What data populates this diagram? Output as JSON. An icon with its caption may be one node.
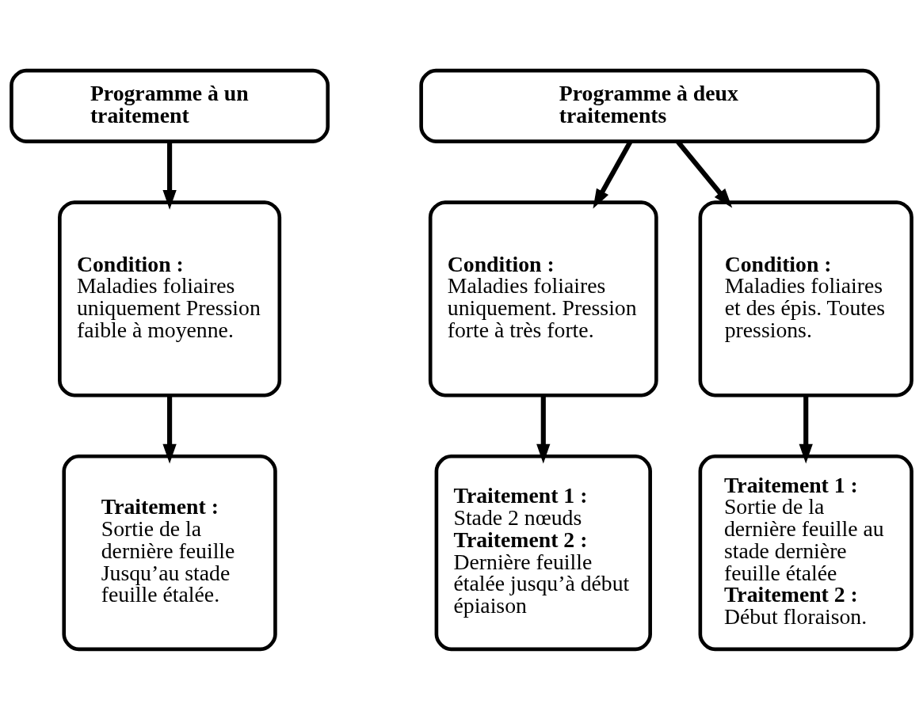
{
  "diagram": {
    "nodes": [
      {
        "text": [
          "Programme à un traitement"
        ]
      },
      {
        "text": [
          "Programme à deux traitements"
        ]
      },
      {
        "text": [
          "Condition :",
          "Maladies foliaires uniquement Pression faible à moyenne."
        ]
      },
      {
        "text": [
          "Condition :",
          "Maladies foliaires uniquement. Pression forte à très forte."
        ]
      },
      {
        "text": [
          "Condition :",
          "Maladies foliaires et des épis. Toutes pressions."
        ]
      },
      {
        "text": [
          "Traitement :",
          "Sortie de la dernière feuille Jusqu’au stade feuille étalée."
        ]
      },
      {
        "text": [
          "Traitement 1 :",
          "Stade 2 nœuds",
          "Traitement 2 :",
          "Dernière feuille étalée jusqu’à début épiaison"
        ]
      },
      {
        "text": [
          "Traitement 1 :",
          "Sortie de la dernière feuille au stade dernière feuille étalée",
          "Traitement 2 :",
          "Début floraison."
        ]
      }
    ],
    "edges": [
      {
        "from": 0,
        "to": 2,
        "arrow": "to"
      },
      {
        "from": 1,
        "to": 3,
        "arrow": "to"
      },
      {
        "from": 1,
        "to": 4,
        "arrow": "to"
      },
      {
        "from": 2,
        "to": 5,
        "arrow": "to"
      },
      {
        "from": 3,
        "to": 6,
        "arrow": "to"
      },
      {
        "from": 4,
        "to": 7,
        "arrow": "to"
      }
    ]
  }
}
